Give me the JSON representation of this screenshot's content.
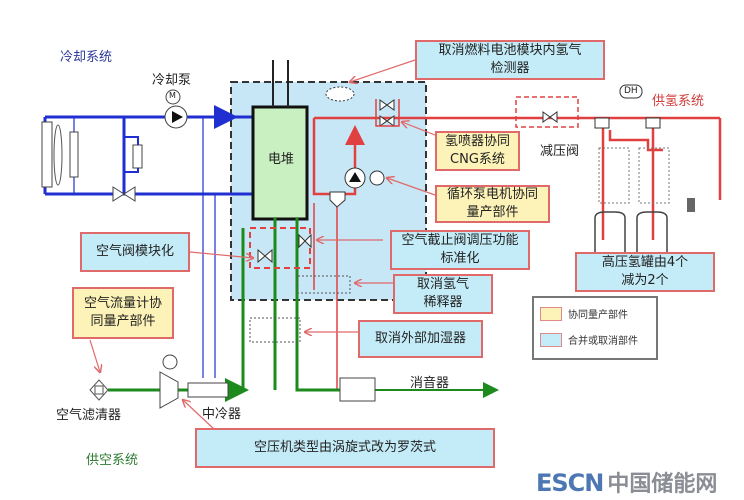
{
  "systems": {
    "cooling": {
      "label": "冷却系统",
      "color": "#2b3a9a"
    },
    "hydrogen": {
      "label": "供氢系统",
      "color": "#d23b3b"
    },
    "air": {
      "label": "供空系统",
      "color": "#2e7d32"
    }
  },
  "components": {
    "cooling_pump": "冷却泵",
    "stack": "电堆",
    "pressure_reducer": "减压阀",
    "air_filter": "空气滤清器",
    "intercooler": "中冷器",
    "muffler": "消音器",
    "motor": "M",
    "dh": "DH"
  },
  "callouts": {
    "h2_detector": "取消燃料电池模块内氢气检测器",
    "h2_detector_l1": "取消燃料电池模块内氢气",
    "h2_detector_l2": "检测器",
    "injector_l1": "氢喷器协同",
    "injector_l2": "CNG系统",
    "recirc_l1": "循环泵电机协同",
    "recirc_l2": "量产部件",
    "air_valve": "空气阀模块化",
    "shutoff_l1": "空气截止阀调压功能",
    "shutoff_l2": "标准化",
    "dilutor_l1": "取消氢气",
    "dilutor_l2": "稀释器",
    "humidifier": "取消外部加湿器",
    "flowmeter_l1": "空气流量计协",
    "flowmeter_l2": "同量产部件",
    "tanks_l1": "高压氢罐由4个",
    "tanks_l2": "减为2个",
    "compressor": "空压机类型由涡旋式改为罗茨式"
  },
  "legend": {
    "items": [
      {
        "label": "协同量产部件",
        "color": "#fdf3b8"
      },
      {
        "label": "合并或取消部件",
        "color": "#c4ecf8"
      }
    ]
  },
  "watermark": {
    "latin": "ESCN",
    "chinese": "中国储能网"
  }
}
